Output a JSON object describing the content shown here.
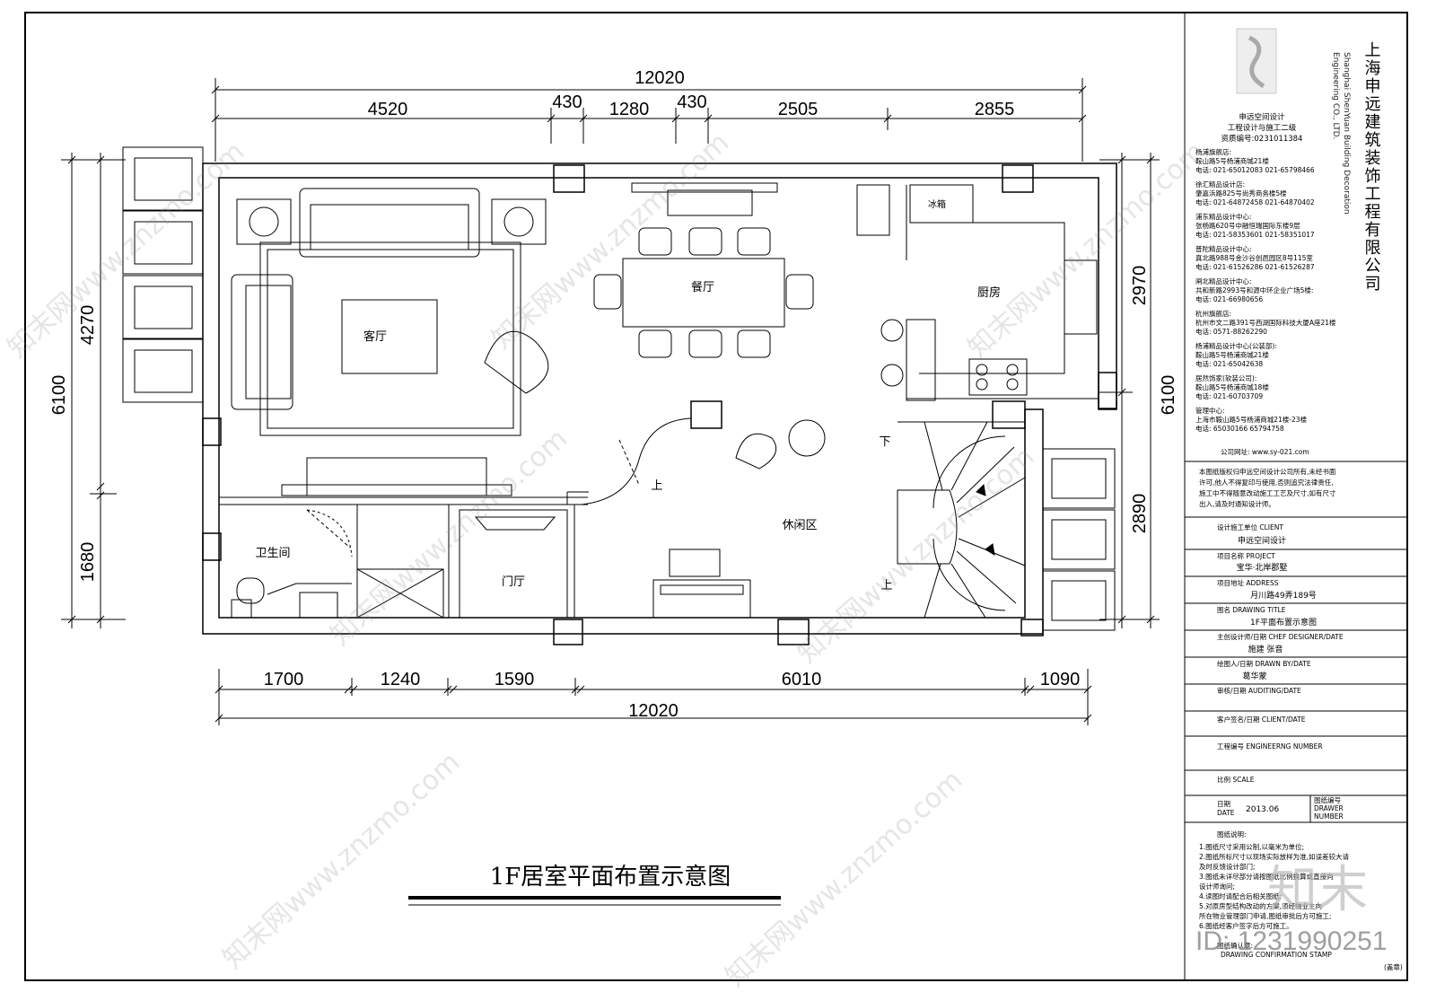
{
  "drawing": {
    "title": "1F居室平面布置示意图",
    "rooms": {
      "living": "客厅",
      "dining": "餐厅",
      "kitchen": "厨房",
      "fridge": "冰箱",
      "leisure": "休闲区",
      "bathroom": "卫生间",
      "foyer": "门厅",
      "up1": "上",
      "up2": "上",
      "down": "下"
    },
    "dims_top": {
      "total": "12020",
      "d1": "4520",
      "d2": "430",
      "d3": "1280",
      "d4": "430",
      "d5": "2505",
      "d6": "2855"
    },
    "dims_bottom": {
      "total": "12020",
      "d1": "1700",
      "d2": "1240",
      "d3": "1590",
      "d4": "6010",
      "d5": "1090"
    },
    "dims_left": {
      "total": "6100",
      "d1": "4270",
      "d2": "1680"
    },
    "dims_right": {
      "total": "6100",
      "d1": "2970",
      "d2": "2890"
    }
  },
  "titleblock": {
    "company_cn": "上海申远建筑装饰工程有限公司",
    "company_en1": "Shanghai ShenYuan Building Decoration",
    "company_en2": "Engineering CO., LTD.",
    "design": "申远空间设计",
    "qual": "工程设计与施工二级",
    "cert": "资质编号:0231011384",
    "branches": [
      {
        "name": "杨浦旗舰店:",
        "addr": "鞍山路5号杨浦商城21楼",
        "tel": "电话: 021-65012083  021-65798466"
      },
      {
        "name": "徐汇精品设计店:",
        "addr": "肇嘉浜路825号尚秀商务楼5楼",
        "tel": "电话: 021-64872458  021-64870402"
      },
      {
        "name": "浦东精品设计中心:",
        "addr": "张杨路620号中融恒瑞国际东楼9层",
        "tel": "电话: 021-58353601  021-58351017"
      },
      {
        "name": "普陀精品设计中心:",
        "addr": "真北路988号金沙谷创邑园区8号115室",
        "tel": "电话: 021-61526286  021-61526287"
      },
      {
        "name": "闸北精品设计中心:",
        "addr": "共和新路2993号和源中环企业广场5楼:",
        "tel": "电话: 021-66980656"
      },
      {
        "name": "杭州旗舰店:",
        "addr": "杭州市文二路391号西湖国际科技大厦A座21楼",
        "tel": "电话: 0571-88262290"
      },
      {
        "name": "杨浦精品设计中心(公装部):",
        "addr": "鞍山路5号杨浦商城21楼",
        "tel": "电话: 021-65042638"
      },
      {
        "name": "居然饰家(软装公司):",
        "addr": "鞍山路5号杨浦商城18楼",
        "tel": "电话: 021-60703709"
      },
      {
        "name": "管理中心:",
        "addr": "上海市鞍山路5号杨浦商城21楼-23楼",
        "tel": "电话: 65030166  65794758"
      }
    ],
    "website": "公司网址: www.sy-021.com",
    "copyright": [
      "本图纸版权归申远空间设计公司所有,未经书面",
      "许可,他人不得复印与使用,否则追究法律责任,",
      "施工中不得随意改动施工工艺及尺寸,如有尺寸",
      "出入,请及时通知设计师。"
    ],
    "fields": {
      "client_label": "设计施工单位 CLIENT",
      "client_value": "申远空间设计",
      "project_label": "项目名称 PROJECT",
      "project_value": "宝华·北岸郡墅",
      "address_label": "项目地址 ADDRESS",
      "address_value": "月川路49弄189号",
      "drawing_label": "图名 DRAWING TITLE",
      "drawing_value": "1F平面布置示意图",
      "designer_label": "主创设计师/日期 CHEF DESIGNER/DATE",
      "designer_value": "施建   张音",
      "drawn_label": "绘图人/日期 DRAWN BY/DATE",
      "drawn_value": "葛华蒙",
      "audit_label": "审核/日期 AUDITING/DATE",
      "client_sign_label": "客户签名/日期 CLIENT/DATE",
      "eng_label": "工程编号 ENGINEERNG NUMBER",
      "scale_label": "比例 SCALE",
      "date_label1": "日期",
      "date_label2": "DATE",
      "date_value": "2013.06",
      "num_label1": "图纸编号",
      "num_label2": "DRAWER",
      "num_label3": "NUMBER"
    },
    "notes_title": "图纸说明:",
    "notes": [
      "1.图纸尺寸采用公制,以毫米为单位;",
      "2.图纸所标尺寸以现场实际放样为准,如误差较大请",
      "及时反馈设计部门;",
      "3.图纸未详尽部分请按图纸比例换算或直接向",
      "设计师询问;",
      "4.读图时请配合后相关图纸;",
      "5.对原房型结构改动的方案,须经物业主向",
      "所在物业管理部门申请,图纸审批后方可施工;",
      "6.图纸经客户签字后方可施工。"
    ],
    "confirm": "图纸确认章:",
    "confirm_en": "DRAWING CONFIRMATION STAMP",
    "seal": "(盖章)"
  },
  "watermark": {
    "text": "知末网www.znzmo.com",
    "logo": "知末",
    "id": "ID: 1231990251"
  }
}
